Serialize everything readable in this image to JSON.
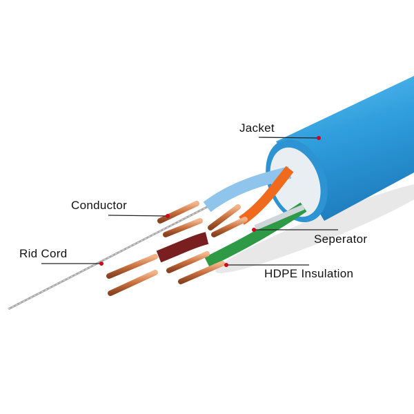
{
  "title": "Cable structure diagram",
  "labels": {
    "jacket": "Jacket",
    "conductor": "Conductor",
    "separator": "Seperator",
    "rid_cord": "Rid Cord",
    "insulation": "HDPE Insulation"
  },
  "colors": {
    "jacket": "#3aa3e0",
    "copper": "#c8703e",
    "marker": "#d0021b",
    "leader": "#222222"
  }
}
